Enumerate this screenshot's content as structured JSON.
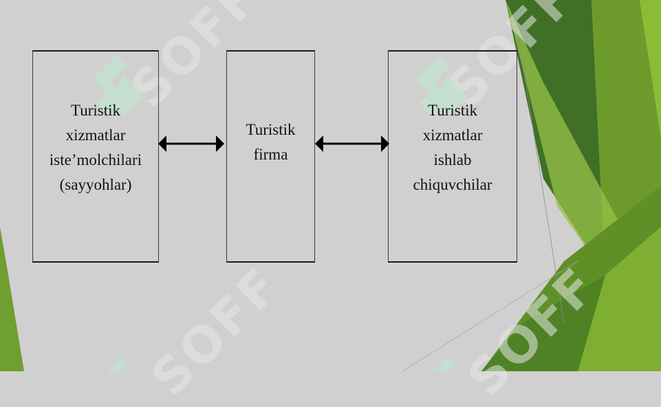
{
  "slide": {
    "boxes": [
      {
        "lines": [
          "Turistik",
          "xizmatlar",
          "iste’molchilari",
          "(sayyohlar)"
        ]
      },
      {
        "lines": [
          "Turistik",
          "firma"
        ]
      },
      {
        "lines": [
          "Turistik",
          "xizmatlar",
          "ishlab",
          "chiquvchilar"
        ]
      }
    ],
    "watermark": "SOFF"
  },
  "colors": {
    "background": "#d0d0d0",
    "accent_green_dark": "#4a7a2a",
    "accent_green": "#6b9a2c",
    "accent_green_light": "#8fbf3c"
  }
}
